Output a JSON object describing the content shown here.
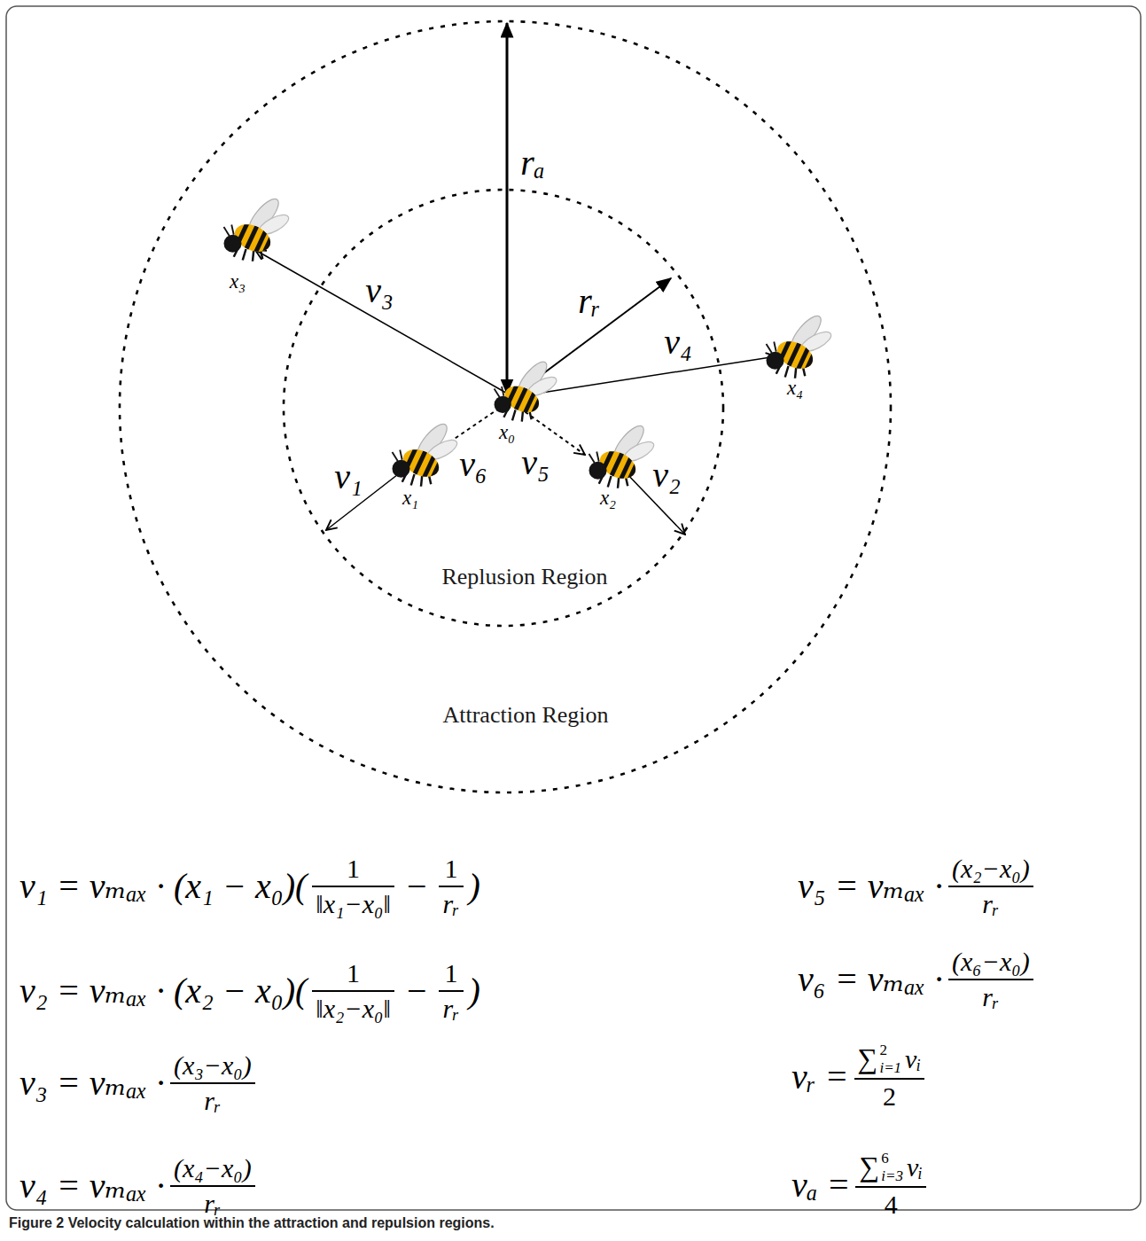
{
  "diagram": {
    "caption": "Figure 2 Velocity calculation within the attraction and repulsion regions.",
    "nodes": [
      {
        "text": [
          "Attraction Region"
        ]
      },
      {
        "text": [
          "Replusion Region"
        ],
        "in": 0
      }
    ],
    "labels": [
      "rₐ",
      "rᵣ",
      "x₃",
      "v₃",
      "v₄",
      "x₄",
      "x₀",
      "v₁",
      "v₆",
      "v₅",
      "x₁",
      "x₂",
      "v₂",
      "v₁ = vₘₐₓ · (x₁ − x₀)(",
      "1",
      "‖x₁−x₀‖",
      "−",
      "1",
      "rᵣ",
      ")",
      "v₂ = vₘₐₓ · (x₂ − x₀)(",
      "1",
      "‖x₂−x₀‖",
      "−",
      "1",
      "rᵣ",
      ")",
      "v₃ = vₘₐₓ ·",
      "(x₃−x₀)",
      "rᵣ",
      "v₄ = vₘₐₓ ·",
      "(x₄−x₀)",
      "rᵣ",
      "v₅ = vₘₐₓ ·",
      "(x₂−x₀)",
      "rᵣ",
      "v₆ = vₘₐₓ ·",
      "(x₆−x₀)",
      "rᵣ",
      "vᵣ =",
      "∑",
      "2",
      "i=1",
      "vᵢ",
      "2",
      "vₐ =",
      "∑",
      "6",
      "i=3",
      "vᵢ",
      "4"
    ]
  }
}
